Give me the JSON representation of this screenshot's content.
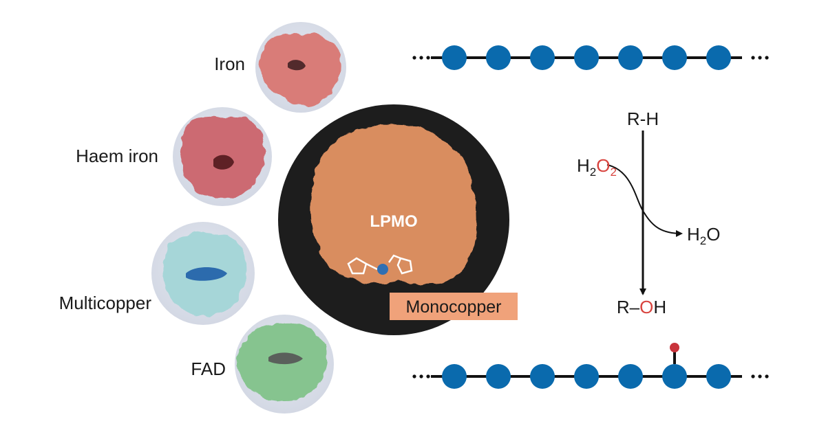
{
  "enzymes": [
    {
      "label": "Iron",
      "color": "#d97b78"
    },
    {
      "label": "Haem iron",
      "color": "#cc6b72"
    },
    {
      "label": "Multicopper",
      "color": "#a6d6d8"
    },
    {
      "label": "FAD",
      "color": "#86c48f"
    }
  ],
  "center": {
    "label": "LPMO",
    "tag": "Monocopper",
    "tag_color": "#f0a27a",
    "protein_color": "#d98d5f",
    "copper_color": "#2f6fb3"
  },
  "reaction": {
    "substrate": {
      "parts": [
        "R",
        "-",
        "H"
      ]
    },
    "oxidant": {
      "parts": [
        "H",
        "2",
        "O",
        "2"
      ],
      "colors": [
        "#1a1a1a",
        "#1a1a1a",
        "#d8433e",
        "#d8433e"
      ]
    },
    "byproduct": {
      "parts": [
        "H",
        "2",
        "O"
      ]
    },
    "product": {
      "parts": [
        "R",
        "–",
        "O",
        "H"
      ],
      "colors": [
        "#1a1a1a",
        "#1a1a1a",
        "#d8433e",
        "#1a1a1a"
      ]
    }
  },
  "chains": {
    "node_color": "#0a6aad",
    "top_count": 7,
    "bottom_count": 7,
    "oxidized_index": 5,
    "oxidized_color": "#c8333b"
  }
}
